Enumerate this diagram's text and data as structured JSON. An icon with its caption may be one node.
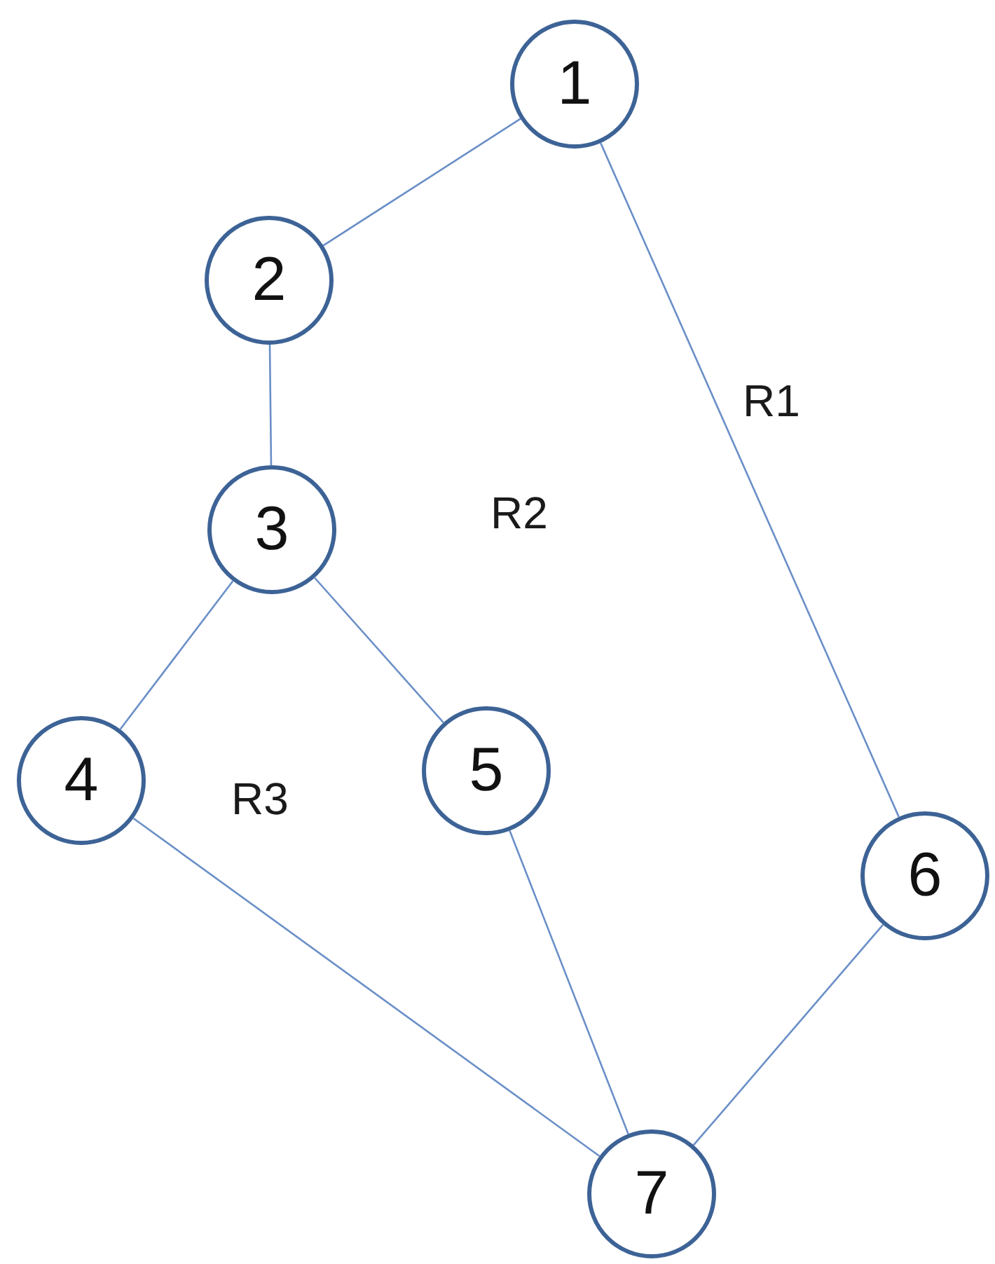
{
  "diagram": {
    "nodes": [
      {
        "text": [
          "1"
        ]
      },
      {
        "text": [
          "2"
        ]
      },
      {
        "text": [
          "3"
        ]
      },
      {
        "text": [
          "4"
        ]
      },
      {
        "text": [
          "5"
        ]
      },
      {
        "text": [
          "6"
        ]
      },
      {
        "text": [
          "7"
        ]
      }
    ],
    "edges": [
      {
        "from": 0,
        "to": 1,
        "arrow": "none"
      },
      {
        "from": 0,
        "to": 5,
        "arrow": "none"
      },
      {
        "from": 1,
        "to": 2,
        "arrow": "none"
      },
      {
        "from": 2,
        "to": 3,
        "arrow": "none"
      },
      {
        "from": 2,
        "to": 4,
        "arrow": "none"
      },
      {
        "from": 3,
        "to": 6,
        "arrow": "none"
      },
      {
        "from": 4,
        "to": 6,
        "arrow": "none"
      },
      {
        "from": 5,
        "to": 6,
        "arrow": "none"
      }
    ],
    "labels": [
      "R1",
      "R2",
      "R3"
    ]
  }
}
